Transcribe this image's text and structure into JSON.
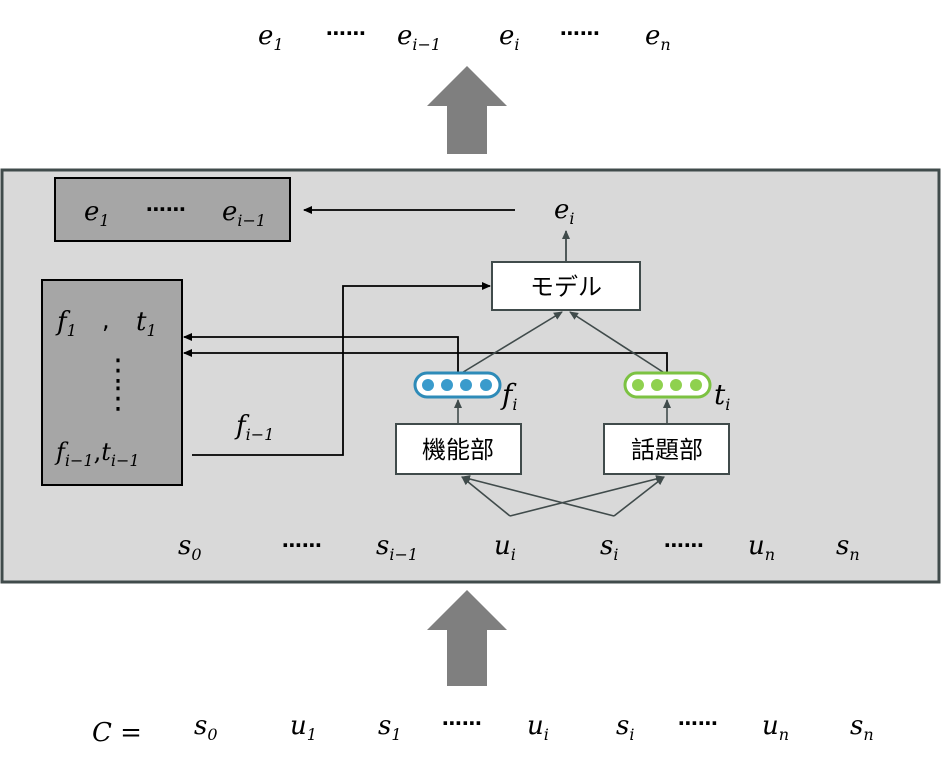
{
  "output_sequence": {
    "e1": {
      "base": "e",
      "sub": "1"
    },
    "dots1": "⋯⋯",
    "e_im1": {
      "base": "e",
      "sub": "i−1"
    },
    "e_i": {
      "base": "e",
      "sub": "i"
    },
    "dots2": "⋯⋯",
    "e_n": {
      "base": "e",
      "sub": "n"
    }
  },
  "history_box": {
    "e1": {
      "base": "e",
      "sub": "1"
    },
    "dots": "⋯⋯",
    "e_im1": {
      "base": "e",
      "sub": "i−1"
    }
  },
  "state_box": {
    "f1": {
      "base": "f",
      "sub": "1"
    },
    "comma": ",",
    "t1": {
      "base": "t",
      "sub": "1"
    },
    "vdots": "⋮",
    "f_im1": {
      "base": "f",
      "sub": "i−1"
    },
    "comma2": ",",
    "t_im1": {
      "base": "t",
      "sub": "i−1"
    }
  },
  "f_im1_label": {
    "base": "f",
    "sub": "i−1"
  },
  "model_box": {
    "label": "モデル"
  },
  "model_output": {
    "base": "e",
    "sub": "i"
  },
  "function_vector_label": {
    "base": "f",
    "sub": "i"
  },
  "topic_vector_label": {
    "base": "t",
    "sub": "i"
  },
  "function_unit": {
    "label": "機能部"
  },
  "topic_unit": {
    "label": "話題部"
  },
  "inner_sequence": {
    "s0": {
      "base": "s",
      "sub": "0"
    },
    "dots1": "⋯⋯",
    "s_im1": {
      "base": "s",
      "sub": "i−1"
    },
    "u_i": {
      "base": "u",
      "sub": "i"
    },
    "s_i": {
      "base": "s",
      "sub": "i"
    },
    "dots2": "⋯⋯",
    "u_n": {
      "base": "u",
      "sub": "n"
    },
    "s_n": {
      "base": "s",
      "sub": "n"
    }
  },
  "input_sequence": {
    "lhs": "C =",
    "s0": {
      "base": "s",
      "sub": "0"
    },
    "u1": {
      "base": "u",
      "sub": "1"
    },
    "s1": {
      "base": "s",
      "sub": "1"
    },
    "dots1": "⋯⋯",
    "u_i": {
      "base": "u",
      "sub": "i"
    },
    "s_i": {
      "base": "s",
      "sub": "i"
    },
    "dots2": "⋯⋯",
    "u_n": {
      "base": "u",
      "sub": "n"
    },
    "s_n": {
      "base": "s",
      "sub": "n"
    }
  },
  "colors": {
    "panel_fill": "#d9d9d9",
    "panel_stroke": "#404b4b",
    "dark_box_fill": "#a6a6a6",
    "big_arrow": "#7f7f7f",
    "function_vector_stroke": "#2e8bb8",
    "function_vector_dot": "#3a9bcc",
    "topic_vector_stroke": "#7cc242",
    "topic_vector_dot": "#8fd14f"
  }
}
